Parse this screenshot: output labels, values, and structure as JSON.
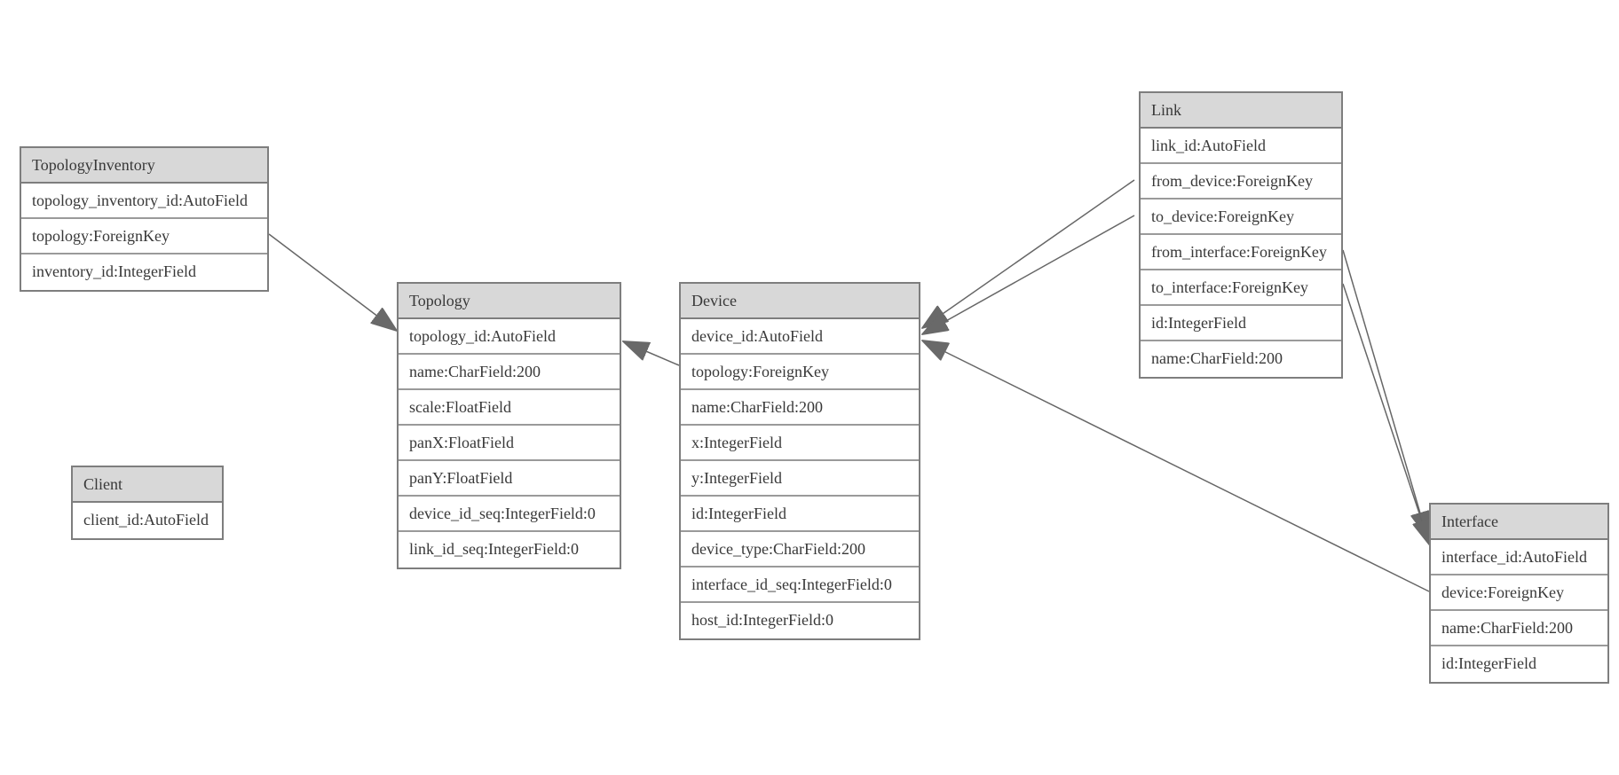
{
  "diagram": {
    "type": "entity-relationship-model",
    "colors": {
      "background": "#ffffff",
      "header_fill": "#d8d8d8",
      "border": "#7e7e7e",
      "text": "#383838",
      "edge": "#666666",
      "arrow_fill": "#696969"
    },
    "entities": [
      {
        "id": "topologyinventory",
        "title": "TopologyInventory",
        "fields": [
          "topology_inventory_id:AutoField",
          "topology:ForeignKey",
          "inventory_id:IntegerField"
        ]
      },
      {
        "id": "topology",
        "title": "Topology",
        "fields": [
          "topology_id:AutoField",
          "name:CharField:200",
          "scale:FloatField",
          "panX:FloatField",
          "panY:FloatField",
          "device_id_seq:IntegerField:0",
          "link_id_seq:IntegerField:0"
        ]
      },
      {
        "id": "client",
        "title": "Client",
        "fields": [
          "client_id:AutoField"
        ]
      },
      {
        "id": "device",
        "title": "Device",
        "fields": [
          "device_id:AutoField",
          "topology:ForeignKey",
          "name:CharField:200",
          "x:IntegerField",
          "y:IntegerField",
          "id:IntegerField",
          "device_type:CharField:200",
          "interface_id_seq:IntegerField:0",
          "host_id:IntegerField:0"
        ]
      },
      {
        "id": "link",
        "title": "Link",
        "fields": [
          "link_id:AutoField",
          "from_device:ForeignKey",
          "to_device:ForeignKey",
          "from_interface:ForeignKey",
          "to_interface:ForeignKey",
          "id:IntegerField",
          "name:CharField:200"
        ]
      },
      {
        "id": "interface",
        "title": "Interface",
        "fields": [
          "interface_id:AutoField",
          "device:ForeignKey",
          "name:CharField:200",
          "id:IntegerField"
        ]
      }
    ],
    "relationships": [
      {
        "from": "TopologyInventory.topology",
        "to": "Topology"
      },
      {
        "from": "Device.topology",
        "to": "Topology"
      },
      {
        "from": "Link.from_device",
        "to": "Device"
      },
      {
        "from": "Link.to_device",
        "to": "Device"
      },
      {
        "from": "Interface.device",
        "to": "Device"
      },
      {
        "from": "Link.from_interface",
        "to": "Interface"
      },
      {
        "from": "Link.to_interface",
        "to": "Interface"
      }
    ]
  }
}
